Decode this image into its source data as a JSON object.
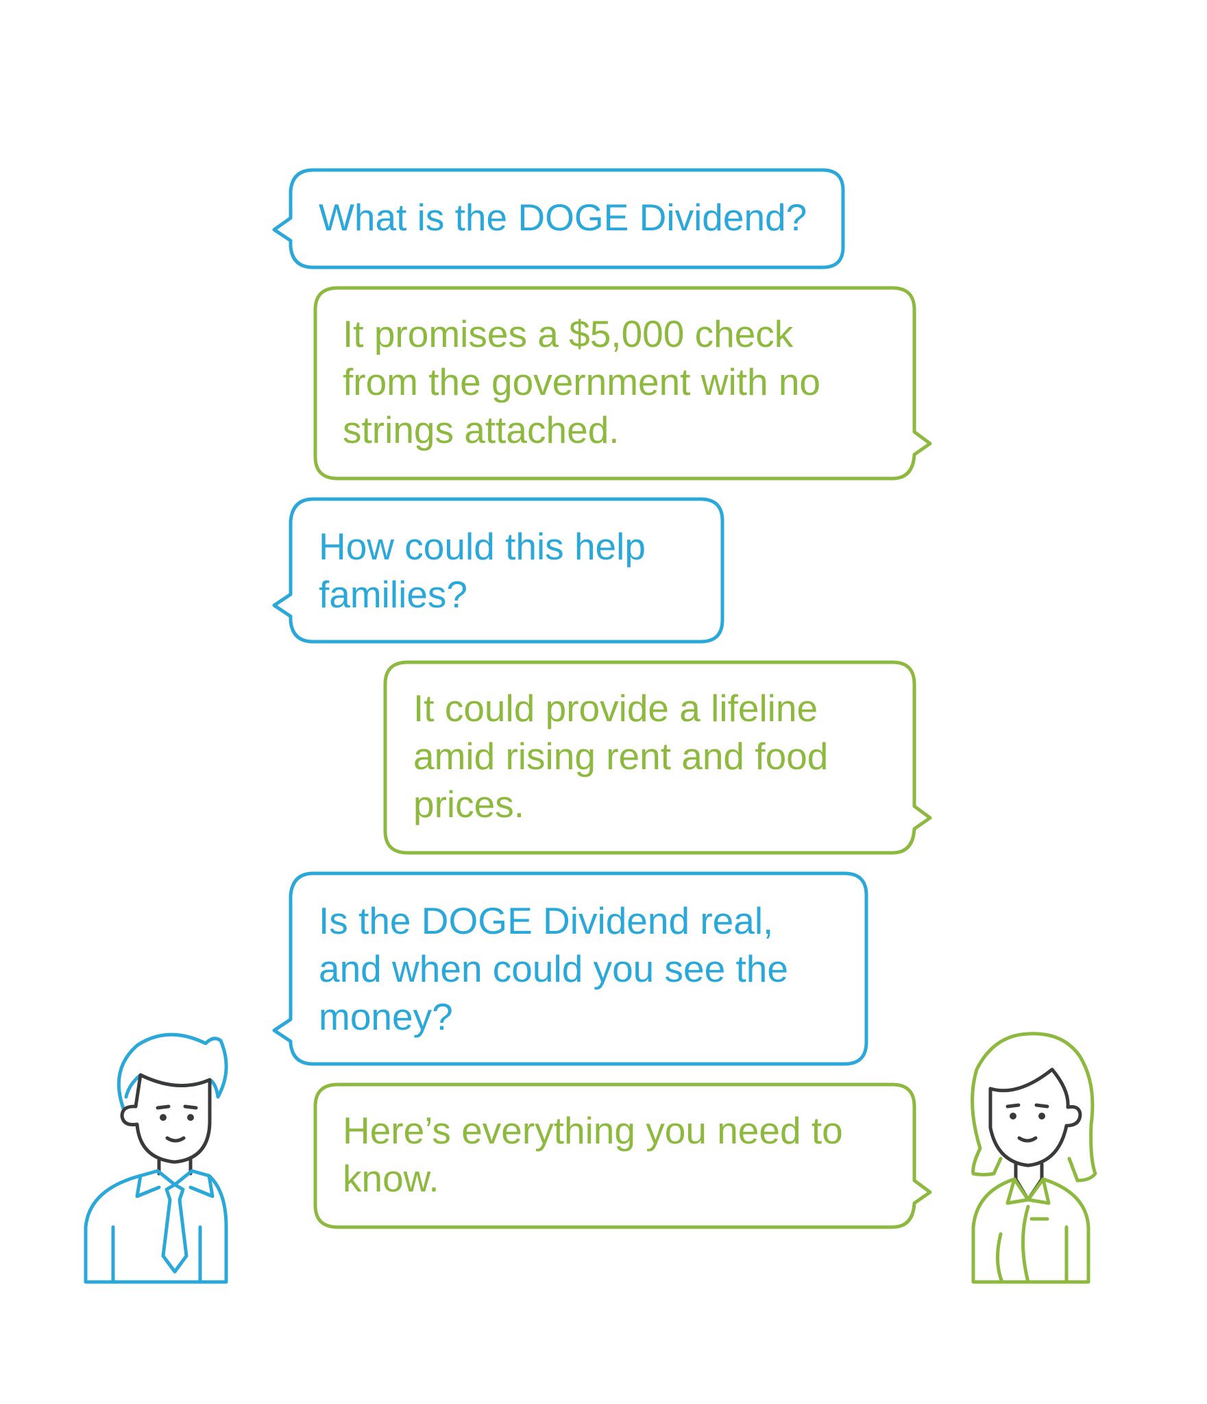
{
  "colors": {
    "question": "#29A8D9",
    "answer": "#8DB93F",
    "outline_dark": "#3A3A3A"
  },
  "icons": {
    "left_person": "man-with-tie-icon",
    "right_person": "woman-icon"
  },
  "conversation": [
    {
      "speaker": "man",
      "text": "What is the DOGE Dividend?"
    },
    {
      "speaker": "woman",
      "text": "It promises a $5,000 check\nfrom the government with no\nstrings attached."
    },
    {
      "speaker": "man",
      "text": "How could this help\nfamilies?"
    },
    {
      "speaker": "woman",
      "text": "It could provide a lifeline\namid rising rent and food\nprices."
    },
    {
      "speaker": "man",
      "text": "Is the DOGE Dividend real,\nand when could you see the\nmoney?"
    },
    {
      "speaker": "woman",
      "text": "Here’s everything you need to\nknow."
    }
  ]
}
